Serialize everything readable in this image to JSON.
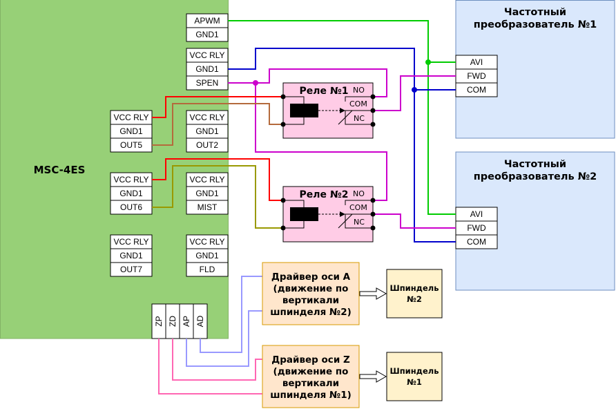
{
  "colors": {
    "board_fill": "#97D077",
    "board_border": "#82B366",
    "relay_fill": "#FFCCE6",
    "fc_fill": "#DAE8FC",
    "fc_border": "#6C8EBF",
    "driver_fill": "#FFE6CC",
    "driver_border": "#D79B00",
    "spindle_fill": "#FFF2CC",
    "wire_green": "#00CC00",
    "wire_blue": "#0000CC",
    "wire_magenta": "#CC00CC",
    "wire_red": "#FF0000",
    "wire_brown": "#B46A3C",
    "wire_olive": "#999900",
    "wire_lavender": "#9999FF",
    "wire_pink": "#FF66B3"
  },
  "board": {
    "title": "MSC-4ES",
    "connectors": [
      {
        "pins": [
          "APWM",
          "GND1"
        ]
      },
      {
        "pins": [
          "VCC RLY",
          "GND1",
          "SPEN"
        ]
      },
      {
        "pins": [
          "VCC RLY",
          "GND1",
          "OUT5"
        ]
      },
      {
        "pins": [
          "VCC RLY",
          "GND1",
          "OUT2"
        ]
      },
      {
        "pins": [
          "VCC RLY",
          "GND1",
          "OUT6"
        ]
      },
      {
        "pins": [
          "VCC RLY",
          "GND1",
          "MIST"
        ]
      },
      {
        "pins": [
          "VCC RLY",
          "GND1",
          "OUT7"
        ]
      },
      {
        "pins": [
          "VCC RLY",
          "GND1",
          "FLD"
        ]
      }
    ],
    "axis_connector": {
      "pins": [
        "ZP",
        "ZD",
        "AP",
        "AD"
      ]
    }
  },
  "relays": [
    {
      "title": "Реле №1",
      "no": "NO",
      "com": "COM",
      "nc": "NC"
    },
    {
      "title": "Реле №2",
      "no": "NO",
      "com": "COM",
      "nc": "NC"
    }
  ],
  "converters": [
    {
      "title_line1": "Частотный",
      "title_line2": "преобразователь №1",
      "ports": [
        "AVI",
        "FWD",
        "COM"
      ]
    },
    {
      "title_line1": "Частотный",
      "title_line2": "преобразователь №2",
      "ports": [
        "AVI",
        "FWD",
        "COM"
      ]
    }
  ],
  "drivers": [
    {
      "lines": [
        "Драйвер оси A",
        "(движение по",
        "вертикали",
        "шпинделя №2)"
      ]
    },
    {
      "lines": [
        "Драйвер оси Z",
        "(движение по",
        "вертикали",
        "шпинделя №1)"
      ]
    }
  ],
  "spindles": [
    {
      "lines": [
        "Шпиндель",
        "№2"
      ]
    },
    {
      "lines": [
        "Шпиндель",
        "№1"
      ]
    }
  ]
}
